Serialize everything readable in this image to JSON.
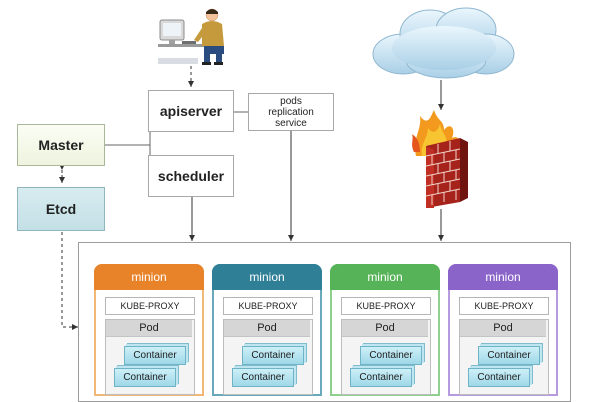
{
  "nodes": {
    "apiserver": "apiserver",
    "scheduler": "scheduler",
    "master": "Master",
    "etcd": "Etcd",
    "replication_service": [
      "pods",
      "replication",
      "service"
    ]
  },
  "minions": [
    {
      "title": "minion",
      "color": "#e8832a",
      "border": "#f0b777",
      "proxy": "KUBE-PROXY",
      "pod": "Pod",
      "containers": [
        "Container",
        "Container"
      ]
    },
    {
      "title": "minion",
      "color": "#2f7f96",
      "border": "#6aa9bb",
      "proxy": "KUBE-PROXY",
      "pod": "Pod",
      "containers": [
        "Container",
        "Container"
      ]
    },
    {
      "title": "minion",
      "color": "#57b357",
      "border": "#8fd08f",
      "proxy": "KUBE-PROXY",
      "pod": "Pod",
      "containers": [
        "Container",
        "Container"
      ]
    },
    {
      "title": "minion",
      "color": "#8a64c9",
      "border": "#b79be0",
      "proxy": "KUBE-PROXY",
      "pod": "Pod",
      "containers": [
        "Container",
        "Container"
      ]
    }
  ],
  "icons": {
    "user": "user-at-computer-icon",
    "cloud": "internet-cloud-icon",
    "firewall": "firewall-icon"
  }
}
